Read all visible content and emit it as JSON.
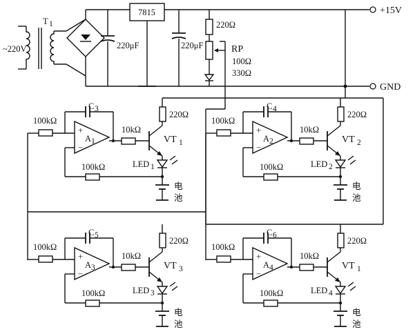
{
  "labels": {
    "transformer": "T",
    "transformer_sub": "1",
    "mains": "~220V",
    "c_filter1": "220μF",
    "c_filter2": "220μF",
    "regulator": "7815",
    "r_top": "220Ω",
    "rp": "RP",
    "rp_val1": "100Ω",
    "rp_val2": "330Ω",
    "vplus": "+15V",
    "gnd": "GND"
  },
  "channels": [
    {
      "cap": "C",
      "cap_sub": "3",
      "amp": "A",
      "amp_sub": "1",
      "r_in": "100kΩ",
      "r_fb": "100kΩ",
      "r_base": "10kΩ",
      "r_col": "220Ω",
      "vt": "VT",
      "vt_sub": "1",
      "led": "LED",
      "led_sub": "1",
      "batt1": "电",
      "batt2": "池"
    },
    {
      "cap": "C",
      "cap_sub": "4",
      "amp": "A",
      "amp_sub": "2",
      "r_in": "100kΩ",
      "r_fb": "100kΩ",
      "r_base": "10kΩ",
      "r_col": "220Ω",
      "vt": "VT",
      "vt_sub": "2",
      "led": "LED",
      "led_sub": "2",
      "batt1": "电",
      "batt2": "池"
    },
    {
      "cap": "C",
      "cap_sub": "5",
      "amp": "A",
      "amp_sub": "3",
      "r_in": "100kΩ",
      "r_fb": "100kΩ",
      "r_base": "10kΩ",
      "r_col": "220Ω",
      "vt": "VT",
      "vt_sub": "3",
      "led": "LED",
      "led_sub": "3",
      "batt1": "电",
      "batt2": "池"
    },
    {
      "cap": "C",
      "cap_sub": "6",
      "amp": "A",
      "amp_sub": "4",
      "r_in": "100kΩ",
      "r_fb": "100kΩ",
      "r_base": "10kΩ",
      "r_col": "220Ω",
      "vt": "VT",
      "vt_sub": "1",
      "led": "LED",
      "led_sub": "4",
      "batt1": "电",
      "batt2": "池"
    }
  ]
}
